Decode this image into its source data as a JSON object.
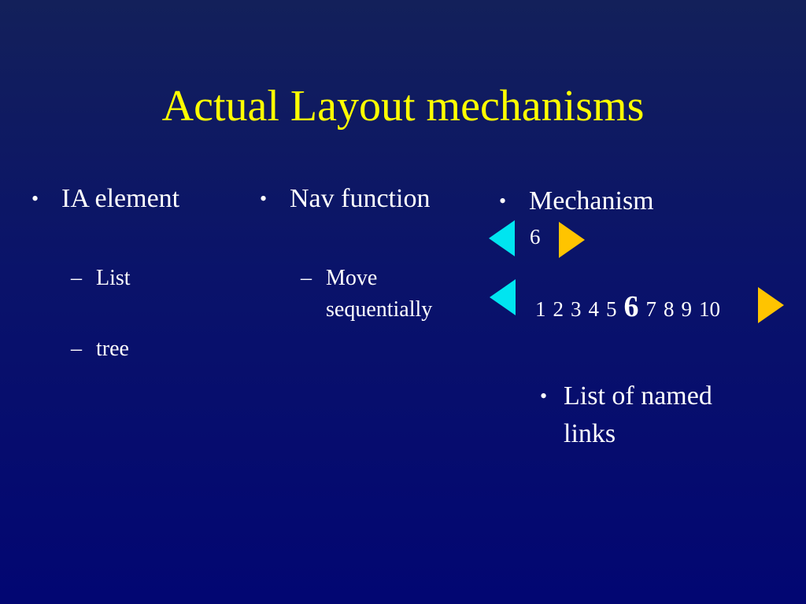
{
  "slide": {
    "title": "Actual Layout mechanisms",
    "bullet_char": "•",
    "dash_char": "–",
    "col1": {
      "heading": "IA element",
      "items": [
        "List",
        "tree"
      ]
    },
    "col2": {
      "heading": "Nav function",
      "item_line1": "Move",
      "item_line2": "sequentially"
    },
    "col3": {
      "heading": "Mechanism",
      "mechanism_number": "6",
      "pager_pages": [
        "1",
        "2",
        "3",
        "4",
        "5",
        "6",
        "7",
        "8",
        "9",
        "10"
      ],
      "pager_current": "6",
      "list_item_line1": "List of named",
      "list_item_line2": "links"
    },
    "colors": {
      "title": "#ffff00",
      "text": "#ffffff",
      "prev_arrow": "#00e5f0",
      "next_arrow": "#ffc400",
      "background_top": "#13205a",
      "background_bottom": "#020672"
    },
    "icons": {
      "prev": "triangle-left-icon",
      "next": "triangle-right-icon"
    }
  }
}
